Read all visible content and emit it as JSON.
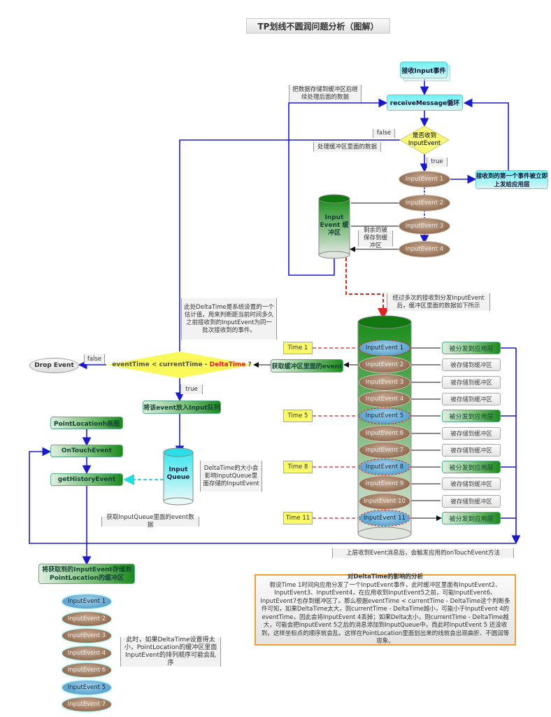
{
  "title": "TP划线不圆润问题分析（图解）",
  "top": {
    "receive_input": "接收Input事件",
    "loop": "receiveMessage循环",
    "decision": "是否收到InputEvent",
    "false_label": "false",
    "true_label": "true",
    "note_store": "把数据存储到缓冲区后继续处理后面的数据",
    "note_process": "处理缓冲区里面的数据",
    "first_event": "接收到的第一个事件被立即上发给应用层",
    "events": [
      "InputEvent 1",
      "InputEvent 2",
      "InputEvent 3",
      "InputEvent 4"
    ],
    "buffer": "Input Event 缓冲区",
    "note_remaining": "剩余的被保存到缓冲区"
  },
  "middle": {
    "note_after": "经过多次的接收到分发InputEvent后，缓冲区里面的数据如下所示",
    "buffer_events": [
      {
        "label": "InputEvent 1",
        "kind": "dispatched",
        "action": "被分发到应用层",
        "time": "Time 1"
      },
      {
        "label": "InputEvent 2",
        "kind": "stored",
        "action": "被存储到缓冲区"
      },
      {
        "label": "InputEvent 3",
        "kind": "stored",
        "action": "被存储到缓冲区"
      },
      {
        "label": "InputEvent 4",
        "kind": "stored",
        "action": "被存储到缓冲区"
      },
      {
        "label": "InputEvent 5",
        "kind": "dispatched",
        "action": "被分发到应用层",
        "time": "Time 5"
      },
      {
        "label": "InputEvent 6",
        "kind": "stored",
        "action": "被存储到缓冲区"
      },
      {
        "label": "InputEvent 7",
        "kind": "stored",
        "action": "被存储到缓冲区"
      },
      {
        "label": "InputEvent 8",
        "kind": "dispatched",
        "action": "被分发到应用层",
        "time": "Time 8"
      },
      {
        "label": "InputEvent 9",
        "kind": "stored",
        "action": "被存储到缓冲区"
      },
      {
        "label": "InputEvent 10",
        "kind": "stored",
        "action": "被存储到缓冲区"
      },
      {
        "label": "InputEvent 11",
        "kind": "dispatched",
        "action": "被分发到应用层",
        "time": "Time 11"
      }
    ],
    "get_event": "获取缓冲区里面的event",
    "cond_a": "eventTime < currentTime - ",
    "cond_b": "DeltaTime",
    "cond_c": " ?",
    "drop": "Drop Event",
    "false_label": "false",
    "true_label": "true",
    "note_delta": "此处DeltaTime是系统设置的一个估计值，用来判断距当前时间多久之前接收到的InputEvent为同一批次接收到的事件。",
    "enqueue": "将该event放入Input队列",
    "queue": "Input Queue",
    "note_queue": "DeltaTime的大小会影响InputQueue里面存储的InputEvent",
    "point_draw": "PointLocationh画图",
    "on_touch": "OnTouchEvent",
    "get_history": "getHistoryEvent",
    "note_get_queue": "获取InputQueue里面的event数据",
    "note_upper": "上层收到Event消息后，会触发应用的onTouchEvent方法"
  },
  "bottom": {
    "store_box": "将获取到的InputEvent存储到PointLocation的缓冲区",
    "events": [
      {
        "label": "InputEvent 1",
        "kind": "blue"
      },
      {
        "label": "InputEvent 2",
        "kind": "brown"
      },
      {
        "label": "InputEvent 3",
        "kind": "brown"
      },
      {
        "label": "InputEvent 4",
        "kind": "brown"
      },
      {
        "label": "InputEvent 6",
        "kind": "brown"
      },
      {
        "label": "InputEvent 5",
        "kind": "blue"
      },
      {
        "label": "InputEvent 7",
        "kind": "brown"
      }
    ],
    "note_order": "此时，如果DeltaTime设置得太小，PointLocation的缓冲区里面InputEvent的排列顺序可能会乱序"
  },
  "analysis": {
    "heading": "对DeltaTime的影响的分析",
    "body": "假设Time 1时间向应用分发了一个InputEvent事件，此时缓冲区里面有InputEvent2、InputEvent3、InputEvent4，在应用收到InputEvent5之前，可能InputEvent6、InputEvent7也存到缓冲区了。那么根据eventTime < currentTime - DeltaTime这个判断条件可知，如果DeltaTime太大，则currentTime - DeltaTime越小，可能小于InputEvent 4的eventTime，因此会将InputEvent 4丢掉；如果Delta太小，则currentTime - DeltaTime越大，可能会把InputEvent 5之后的消息添加到InputQueue中，而此时InputEvent 5 还没收到，这样坐标点的顺序就会乱。这样在PointLocation里面划出来的线就会出现曲折、不圆润等现象。"
  },
  "colors": {
    "flow_line": "#1a1acc",
    "dashed_red": "#dd2222",
    "accent_red": "#e02020",
    "analysis_border": "#f0a030"
  }
}
